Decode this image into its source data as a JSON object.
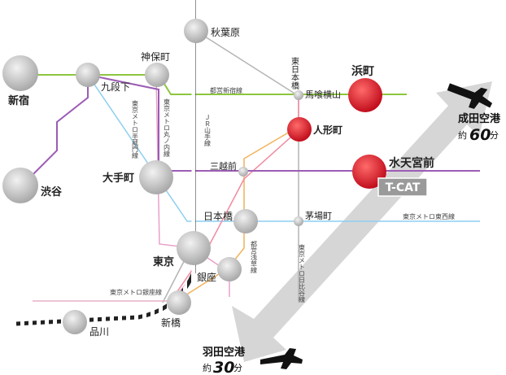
{
  "stations": {
    "akihabara": "秋葉原",
    "shinjuku": "新宿",
    "kudanshita": "九段下",
    "jimbocho": "神保町",
    "shibuya": "渋谷",
    "otemachi": "大手町",
    "mitsukoshimae": "三越前",
    "nihombashi": "日本橋",
    "kayabacho": "茅場町",
    "tokyo": "東京",
    "ginza": "銀座",
    "shimbashi": "新橋",
    "shinagawa": "品川",
    "higashinihombashi": "東日本橋",
    "bakurocho": "馬喰横山",
    "hamacho": "浜町",
    "ningyocho": "人形町",
    "suitengumae": "水天宮前"
  },
  "lines": {
    "shinjuku_line": "都営新宿線",
    "hanzomon": "東京メトロ半蔵門線",
    "marunouchi": "東京メトロ丸ノ内線",
    "yamanote": "ＪＲ山手線",
    "asakusa": "都営浅草線",
    "hibiya": "東京メトロ日比谷線",
    "tozai": "東京メトロ東西線",
    "ginza_line": "東京メトロ銀座線"
  },
  "tcat": "T-CAT",
  "airports": {
    "narita": {
      "name": "成田空港",
      "prefix": "約",
      "time": "60",
      "unit": "分"
    },
    "haneda": {
      "name": "羽田空港",
      "prefix": "約",
      "time": "30",
      "unit": "分"
    }
  },
  "colors": {
    "shinjuku_line": "#8cc63f",
    "hanzomon": "#9b59b6",
    "marunouchi": "#e8a0c8",
    "tozai": "#87ceeb",
    "asakusa": "#f0a848",
    "hibiya": "#b0b0b0",
    "highlight_station": "#d0202c",
    "station": "#c8c8c8"
  }
}
